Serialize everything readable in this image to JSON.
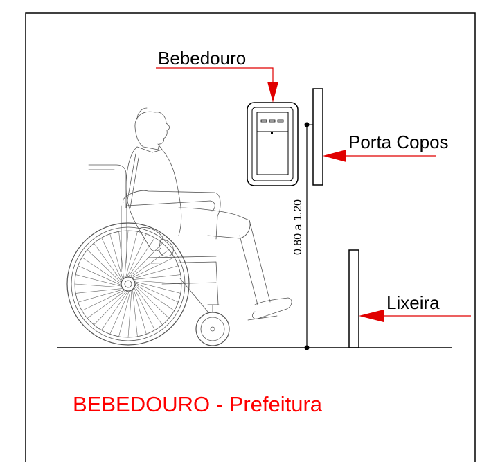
{
  "labels": {
    "bebedouro": "Bebedouro",
    "porta_copos": "Porta Copos",
    "lixeira": "Lixeira",
    "dimension": "0.80 a 1.20"
  },
  "title": "BEBEDOURO - Prefeitura",
  "colors": {
    "title": "#ff0000",
    "leader": "#e00000",
    "arrow": "#e00000",
    "line": "#000000"
  },
  "icons": {
    "person": "wheelchair-user-icon",
    "fountain": "water-fountain-icon"
  }
}
